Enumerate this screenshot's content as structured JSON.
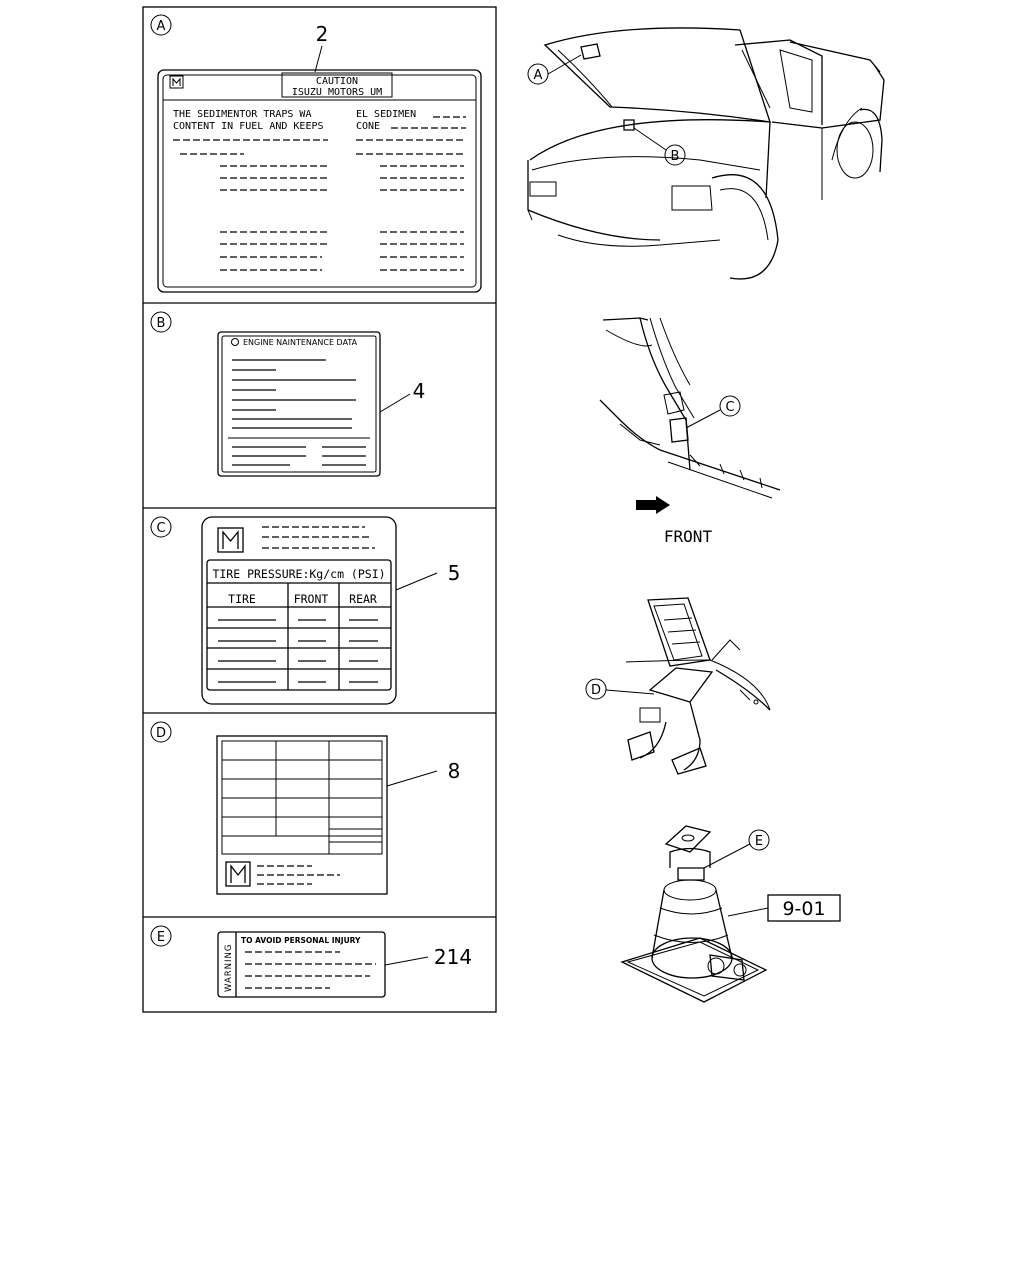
{
  "panels": [
    {
      "letter": "A",
      "part_number": "2"
    },
    {
      "letter": "B",
      "part_number": "4"
    },
    {
      "letter": "C",
      "part_number": "5"
    },
    {
      "letter": "D",
      "part_number": "8"
    },
    {
      "letter": "E",
      "part_number": "214"
    }
  ],
  "label_a": {
    "title_line1": "CAUTION",
    "title_line2": "ISUZU MOTORS UM",
    "body_line1": "THE SEDIMENTOR TRAPS WA",
    "body_line2": "CONTENT IN FUEL AND KEEPS",
    "right_line1": "EL SEDIMEN",
    "right_line2": "CONE"
  },
  "label_b": {
    "title": "ENGINE NAINTENANCE DATA"
  },
  "label_c": {
    "header": "TIRE PRESSURE:Kg/cm (PSI)",
    "columns": [
      "TIRE",
      "FRONT",
      "REAR"
    ]
  },
  "label_e": {
    "side_text": "WARNING",
    "headline": "TO AVOID PERSONAL INJURY"
  },
  "callouts": {
    "truck_a": "A",
    "truck_b": "B",
    "door_c": "C",
    "door_d": "D",
    "jack_e": "E",
    "front_label": "FRONT",
    "jack_ref": "9-01"
  }
}
